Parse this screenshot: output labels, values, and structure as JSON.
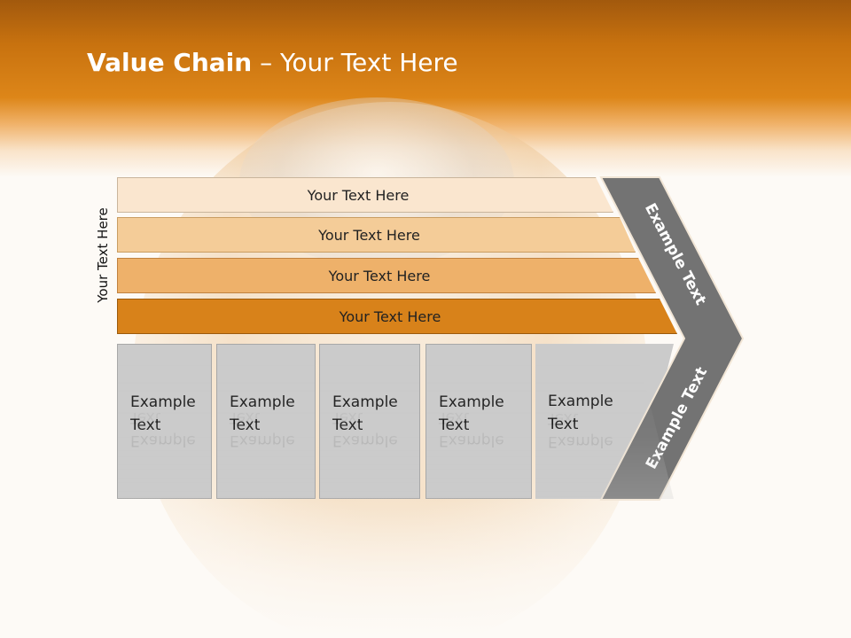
{
  "title": {
    "bold": "Value Chain",
    "rest": " – Your Text Here"
  },
  "side_label": "Your Text Here",
  "bands": [
    {
      "label": "Your Text Here",
      "color": "#fae6cf"
    },
    {
      "label": "Your Text Here",
      "color": "#f4cc98"
    },
    {
      "label": "Your Text Here",
      "color": "#eeb16a"
    },
    {
      "label": "Your Text Here",
      "color": "#d8821a"
    }
  ],
  "columns": [
    {
      "line1": "Example",
      "line2": "Text"
    },
    {
      "line1": "Example",
      "line2": "Text"
    },
    {
      "line1": "Example",
      "line2": "Text"
    },
    {
      "line1": "Example",
      "line2": "Text"
    },
    {
      "line1": "Example",
      "line2": "Text"
    }
  ],
  "chevron": {
    "upper": "Example Text",
    "lower": "Example Text",
    "color": "#737373"
  }
}
